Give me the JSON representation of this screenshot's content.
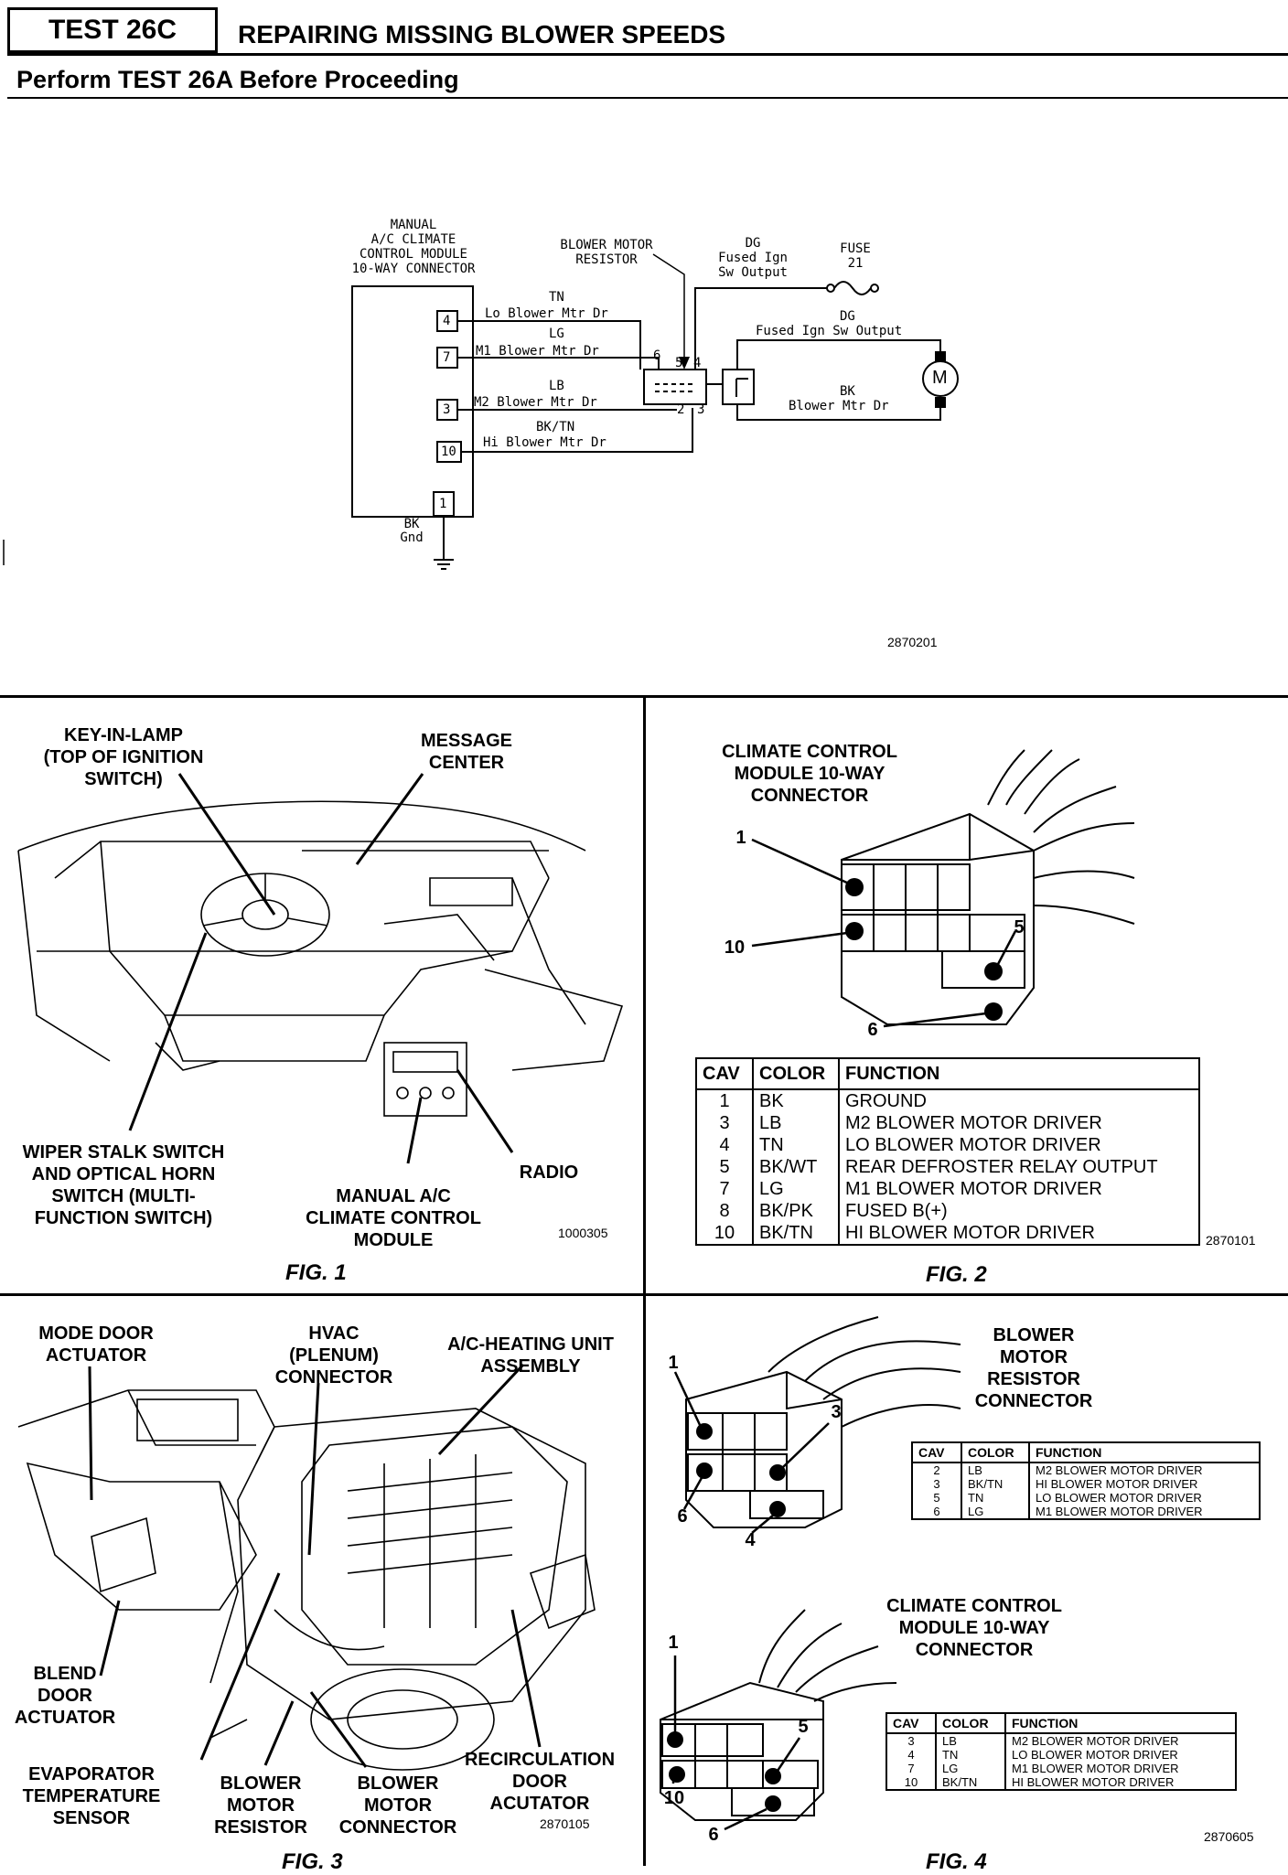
{
  "header": {
    "test_id": "TEST 26C",
    "title": "REPAIRING MISSING BLOWER SPEEDS",
    "subtitle": "Perform TEST 26A Before Proceeding"
  },
  "schematic": {
    "module_label": "MANUAL\nA/C CLIMATE\nCONTROL MODULE\n10-WAY CONNECTOR",
    "resistor_label": "BLOWER MOTOR\nRESISTOR",
    "fused_top": "DG\nFused Ign\nSw Output",
    "fuse_label": "FUSE\n21",
    "wires": [
      {
        "pin": "4",
        "color": "TN",
        "name": "Lo Blower Mtr Dr"
      },
      {
        "pin": "7",
        "color": "LG",
        "name": "M1 Blower Mtr Dr"
      },
      {
        "pin": "3",
        "color": "LB",
        "name": "M2 Blower Mtr Dr"
      },
      {
        "pin": "10",
        "color": "BK/TN",
        "name": "Hi Blower Mtr Dr"
      }
    ],
    "ground_pin": "1",
    "ground_label": "BK\nGnd",
    "dg_color": "DG",
    "dg_name": "Fused Ign Sw Output",
    "bk_color": "BK",
    "bk_name": "Blower Mtr Dr",
    "resistor_pins": [
      "6",
      "5",
      "4",
      "2",
      "3"
    ],
    "motor_symbol": "M",
    "code": "2870201"
  },
  "fig1": {
    "key_in_lamp": "KEY-IN-LAMP\n(TOP OF IGNITION\nSWITCH)",
    "message_center": "MESSAGE\nCENTER",
    "wiper": "WIPER STALK SWITCH\nAND OPTICAL HORN\nSWITCH (MULTI-\nFUNCTION SWITCH)",
    "module": "MANUAL A/C\nCLIMATE CONTROL\nMODULE",
    "radio": "RADIO",
    "code": "1000305",
    "caption": "FIG. 1"
  },
  "fig2": {
    "title": "CLIMATE CONTROL\nMODULE 10-WAY\nCONNECTOR",
    "pins": [
      "1",
      "10",
      "5",
      "6"
    ],
    "headers": [
      "CAV",
      "COLOR",
      "FUNCTION"
    ],
    "rows": [
      [
        "1",
        "BK",
        "GROUND"
      ],
      [
        "3",
        "LB",
        "M2 BLOWER MOTOR DRIVER"
      ],
      [
        "4",
        "TN",
        "LO BLOWER MOTOR DRIVER"
      ],
      [
        "5",
        "BK/WT",
        "REAR DEFROSTER RELAY OUTPUT"
      ],
      [
        "7",
        "LG",
        "M1 BLOWER MOTOR DRIVER"
      ],
      [
        "8",
        "BK/PK",
        "FUSED B(+)"
      ],
      [
        "10",
        "BK/TN",
        "HI BLOWER MOTOR DRIVER"
      ]
    ],
    "code": "2870101",
    "caption": "FIG. 2"
  },
  "fig3": {
    "mode_door": "MODE DOOR\nACTUATOR",
    "hvac": "HVAC\n(PLENUM)\nCONNECTOR",
    "ac_heating": "A/C-HEATING UNIT\nASSEMBLY",
    "blend_door": "BLEND\nDOOR\nACTUATOR",
    "evap": "EVAPORATOR\nTEMPERATURE\nSENSOR",
    "blower_resistor": "BLOWER\nMOTOR\nRESISTOR",
    "blower_connector": "BLOWER\nMOTOR\nCONNECTOR",
    "recirc": "RECIRCULATION\nDOOR\nACUTATOR",
    "code": "2870105",
    "caption": "FIG. 3"
  },
  "fig4": {
    "resistor_title": "BLOWER\nMOTOR\nRESISTOR\nCONNECTOR",
    "resistor_pins": [
      "1",
      "3",
      "6",
      "4"
    ],
    "headers": [
      "CAV",
      "COLOR",
      "FUNCTION"
    ],
    "resistor_rows": [
      [
        "2",
        "LB",
        "M2 BLOWER MOTOR DRIVER"
      ],
      [
        "3",
        "BK/TN",
        "HI BLOWER MOTOR DRIVER"
      ],
      [
        "5",
        "TN",
        "LO BLOWER MOTOR DRIVER"
      ],
      [
        "6",
        "LG",
        "M1 BLOWER MOTOR DRIVER"
      ]
    ],
    "module_title": "CLIMATE CONTROL\nMODULE 10-WAY\nCONNECTOR",
    "module_pins": [
      "1",
      "5",
      "10",
      "6"
    ],
    "module_rows": [
      [
        "3",
        "LB",
        "M2 BLOWER MOTOR DRIVER"
      ],
      [
        "4",
        "TN",
        "LO BLOWER MOTOR DRIVER"
      ],
      [
        "7",
        "LG",
        "M1 BLOWER MOTOR DRIVER"
      ],
      [
        "10",
        "BK/TN",
        "HI BLOWER MOTOR DRIVER"
      ]
    ],
    "code": "2870605",
    "caption": "FIG. 4"
  }
}
